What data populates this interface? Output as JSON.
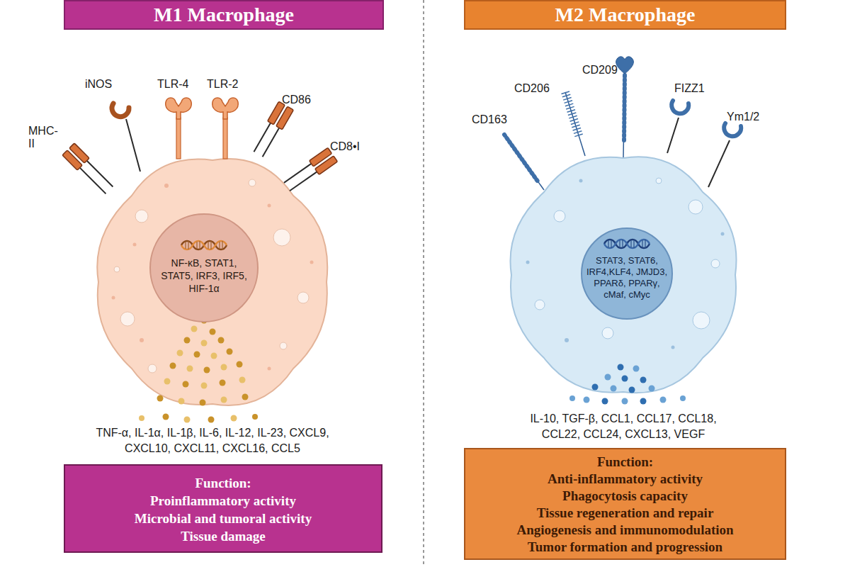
{
  "diagram": {
    "nodes": [
      {
        "text": [
          "M1 Macrophage"
        ]
      },
      {
        "text": [
          "M2 Macrophage"
        ]
      },
      {
        "text": [
          "NF-κB, STAT1, STAT5, IRF3, IRF5, HIF-1α"
        ]
      },
      {
        "text": [
          "STAT3, STAT6, IRF4,KLF4, JMJD3, PPARδ, PPARγ, cMaf, cMyc"
        ]
      },
      {
        "text": [
          "Function:",
          "Proinflammatory activity",
          "Microbial and tumoral activity",
          "Tissue damage"
        ]
      },
      {
        "text": [
          "Function:",
          "Anti-inflammatory activity",
          "Phagocytosis capacity",
          "Tissue regeneration and repair",
          "Angiogenesis and immunomodulation",
          "Tumor formation and progression"
        ]
      }
    ],
    "labels": [
      "MHC- II",
      "iNOS",
      "TLR-4",
      "TLR-2",
      "CD86",
      "CD8•I",
      "TNF-α, IL-1α, IL-1β, IL-6, IL-12, IL-23, CXCL9, CXCL10, CXCL11, CXCL16, CCL5",
      "CD209",
      "CD206",
      "FIZZ1",
      "CD163",
      "Ym1/2",
      "IL-10, TGF-β, CCL1, CCL17, CCL18, CCL22, CCL24, CXCL13, VEGF"
    ]
  }
}
